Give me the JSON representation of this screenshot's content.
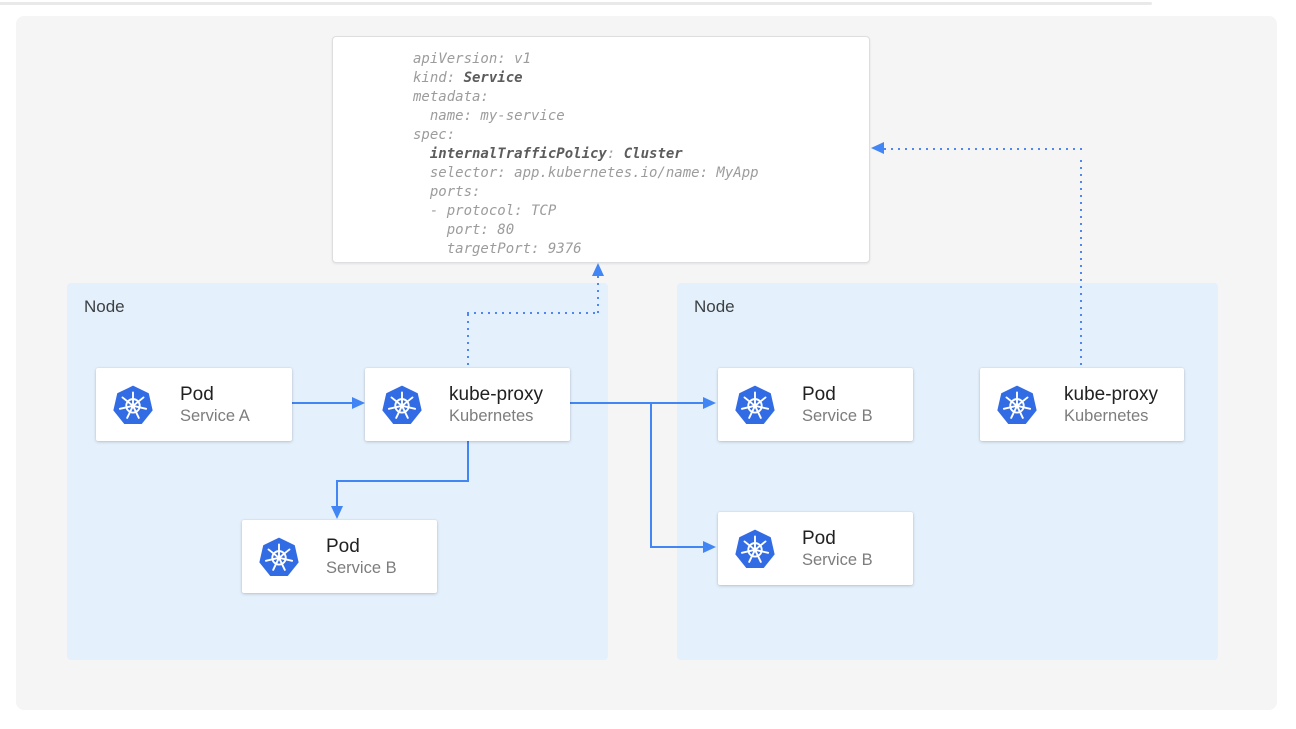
{
  "yaml_card": {
    "lines": [
      {
        "segs": [
          {
            "t": "apiVersion: v1",
            "b": false
          }
        ]
      },
      {
        "segs": [
          {
            "t": "kind: ",
            "b": false
          },
          {
            "t": "Service",
            "b": true
          }
        ]
      },
      {
        "segs": [
          {
            "t": "metadata:",
            "b": false
          }
        ]
      },
      {
        "segs": [
          {
            "t": "  name: my-service",
            "b": false
          }
        ]
      },
      {
        "segs": [
          {
            "t": "spec:",
            "b": false
          }
        ]
      },
      {
        "segs": [
          {
            "t": "  ",
            "b": false
          },
          {
            "t": "internalTrafficPolicy",
            "b": true
          },
          {
            "t": ": ",
            "b": false
          },
          {
            "t": "Cluster",
            "b": true
          }
        ]
      },
      {
        "segs": [
          {
            "t": "  selector: app.kubernetes.io/name: MyApp",
            "b": false
          }
        ]
      },
      {
        "segs": [
          {
            "t": "  ports:",
            "b": false
          }
        ]
      },
      {
        "segs": [
          {
            "t": "  - protocol: TCP",
            "b": false
          }
        ]
      },
      {
        "segs": [
          {
            "t": "    port: 80",
            "b": false
          }
        ]
      },
      {
        "segs": [
          {
            "t": "    targetPort: 9376",
            "b": false
          }
        ]
      }
    ]
  },
  "nodes": {
    "left": {
      "label": "Node"
    },
    "right": {
      "label": "Node"
    }
  },
  "cards": {
    "pod_a": {
      "title": "Pod",
      "subtitle": "Service A"
    },
    "kube_proxy_left": {
      "title": "kube-proxy",
      "subtitle": "Kubernetes"
    },
    "pod_b_left": {
      "title": "Pod",
      "subtitle": "Service B"
    },
    "pod_b_right_top": {
      "title": "Pod",
      "subtitle": "Service B"
    },
    "pod_b_right_bottom": {
      "title": "Pod",
      "subtitle": "Service B"
    },
    "kube_proxy_right": {
      "title": "kube-proxy",
      "subtitle": "Kubernetes"
    }
  },
  "icons": {
    "kubernetes": "kubernetes-logo"
  },
  "colors": {
    "kubernetes_blue": "#326ce5",
    "arrow_blue": "#4285f4",
    "dotted_arrow_blue": "#4e87f1",
    "node_background": "#e4f0fc",
    "panel_background": "#f5f5f6",
    "code_text": "#9c9c9c",
    "code_bold_text": "#5c5c5c",
    "card_title": "#212121",
    "card_subtitle": "#7d7d7d"
  }
}
